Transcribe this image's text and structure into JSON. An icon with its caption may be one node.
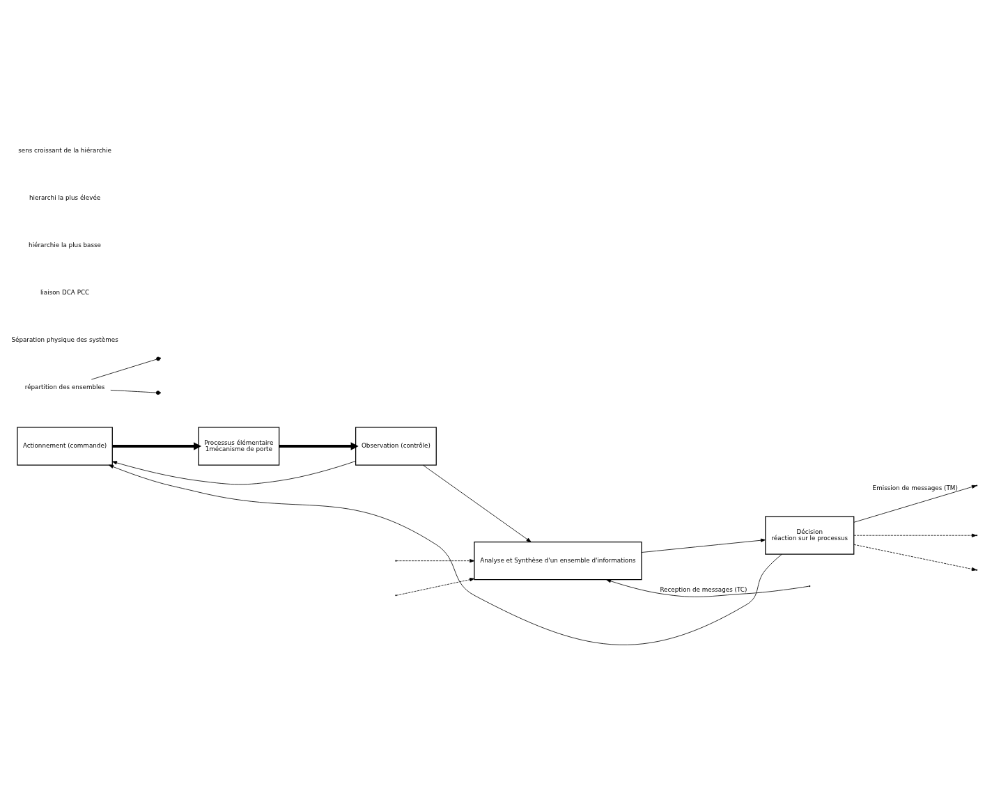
{
  "diagram": {
    "nodes": [
      {
        "text": [
          "Processus élémentaire",
          "1mécanisme de porte"
        ]
      },
      {
        "text": [
          "Actionnement (commande)"
        ]
      },
      {
        "text": [
          "Observation (contrôle)"
        ]
      },
      {
        "text": [
          "Analyse et Synthèse d'un ensemble d'informations"
        ]
      },
      {
        "text": [
          "Décision",
          "réaction sur le processus"
        ]
      },
      {
        "text": [
          "répartition des ensembles"
        ]
      }
    ],
    "edges": [
      {
        "from": 1,
        "to": 0,
        "arrow": "to",
        "style": "thick"
      },
      {
        "from": 0,
        "to": 2,
        "arrow": "to",
        "style": "thick"
      },
      {
        "from": 2,
        "to": 3,
        "arrow": "to"
      },
      {
        "from": null,
        "to": 3,
        "arrow": "to",
        "label": "Reception de messages (TC)"
      },
      {
        "from": null,
        "to": 3,
        "arrow": "to",
        "style": "dashed"
      },
      {
        "from": null,
        "to": 3,
        "arrow": "to",
        "style": "dashed"
      },
      {
        "from": 3,
        "to": 4,
        "arrow": "to"
      },
      {
        "from": 4,
        "to": null,
        "arrow": "to",
        "label": "Emission de messages (TM)"
      },
      {
        "from": 2,
        "to": 1,
        "arrow": "to"
      },
      {
        "from": 4,
        "to": 1,
        "arrow": "to"
      },
      {
        "from": 4,
        "to": null,
        "arrow": "to",
        "style": "dashed"
      },
      {
        "from": 4,
        "to": null,
        "arrow": "to",
        "style": "dashed"
      },
      {
        "from": 5,
        "to": null,
        "arrow": "other"
      },
      {
        "from": 5,
        "to": null,
        "arrow": "other"
      }
    ],
    "labels": [
      "Séparation physique des systèmes",
      "liaison DCA PCC",
      "hiérarchie la plus basse",
      "hierarchi la plus élevée",
      "sens croissant de la hiérarchie"
    ]
  }
}
